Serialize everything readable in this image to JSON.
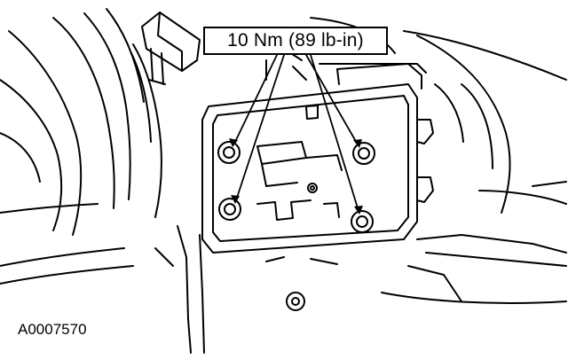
{
  "callout": {
    "torque_label": "10 Nm (89 lb-in)"
  },
  "figure": {
    "id": "A0007570"
  },
  "colors": {
    "line": "#000000",
    "background": "#ffffff"
  },
  "fasteners": [
    "upper-left",
    "upper-right",
    "lower-left",
    "lower-right"
  ]
}
